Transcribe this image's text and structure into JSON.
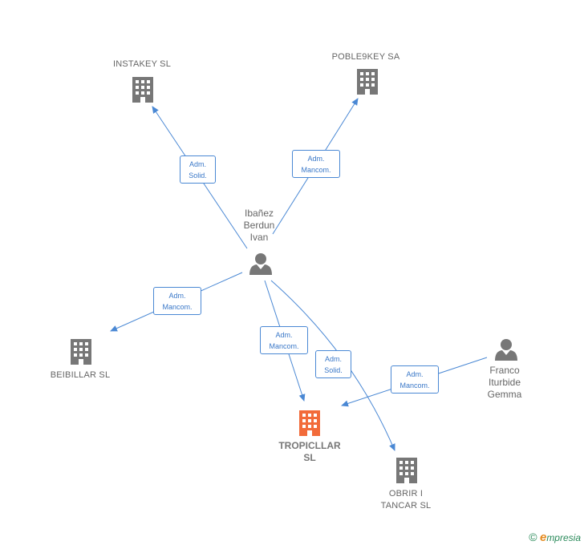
{
  "nodes": {
    "instakey": {
      "label": "INSTAKEY  SL",
      "type": "company"
    },
    "poble9key": {
      "label": "POBLE9KEY SA",
      "type": "company"
    },
    "ibanez": {
      "label": "Ibañez\nBerdun\nIvan",
      "type": "person"
    },
    "beibillar": {
      "label": "BEIBILLAR  SL",
      "type": "company"
    },
    "tropicllar": {
      "label": "TROPICLLAR\nSL",
      "type": "company-focus"
    },
    "obrir": {
      "label": "OBRIR I\nTANCAR  SL",
      "type": "company"
    },
    "franco": {
      "label": "Franco\nIturbide\nGemma",
      "type": "person"
    }
  },
  "edges": [
    {
      "from": "ibanez",
      "to": "instakey",
      "label": "Adm.\nSolid."
    },
    {
      "from": "ibanez",
      "to": "poble9key",
      "label": "Adm.\nMancom."
    },
    {
      "from": "ibanez",
      "to": "beibillar",
      "label": "Adm.\nMancom."
    },
    {
      "from": "ibanez",
      "to": "tropicllar",
      "label": "Adm.\nMancom."
    },
    {
      "from": "ibanez",
      "to": "obrir",
      "label": "Adm.\nSolid."
    },
    {
      "from": "franco",
      "to": "tropicllar",
      "label": "Adm.\nMancom."
    }
  ],
  "colors": {
    "edge": "#4a88d4",
    "icon": "#777777",
    "focus_icon": "#f26b3a"
  },
  "footer": {
    "copyright": "©",
    "brand_e": "e",
    "brand_rest": "mpresia"
  }
}
